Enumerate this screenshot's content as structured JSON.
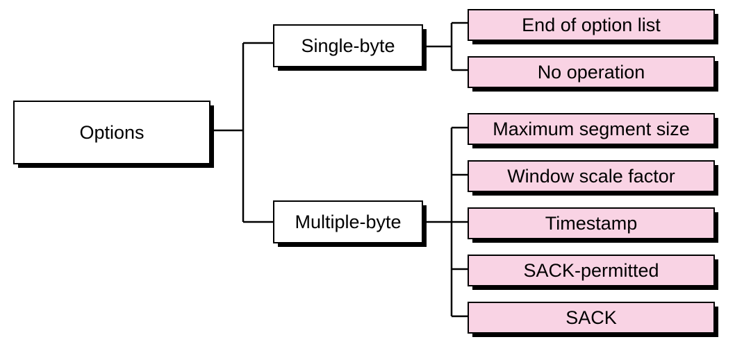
{
  "colors": {
    "root_fill": "#ffffff",
    "group_fill": "#ffffff",
    "leaf_fill": "#f9d3e4",
    "border": "#000000",
    "shadow": "#000000",
    "line": "#000000"
  },
  "root": {
    "label": "Options"
  },
  "groups": [
    {
      "id": "single-byte",
      "label": "Single-byte",
      "children": [
        {
          "id": "end-of-option-list",
          "label": "End of option list"
        },
        {
          "id": "no-operation",
          "label": "No operation"
        }
      ]
    },
    {
      "id": "multiple-byte",
      "label": "Multiple-byte",
      "children": [
        {
          "id": "maximum-segment-size",
          "label": "Maximum segment size"
        },
        {
          "id": "window-scale-factor",
          "label": "Window scale factor"
        },
        {
          "id": "timestamp",
          "label": "Timestamp"
        },
        {
          "id": "sack-permitted",
          "label": "SACK-permitted"
        },
        {
          "id": "sack",
          "label": "SACK"
        }
      ]
    }
  ]
}
